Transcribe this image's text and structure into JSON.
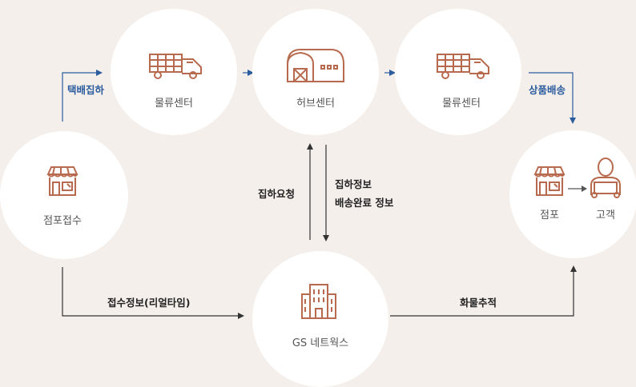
{
  "nodes": {
    "store_receipt": "점포접수",
    "logistics_center_1": "물류센터",
    "hub_center": "허브센터",
    "logistics_center_2": "물류센터",
    "gs_network": "GS 네트웍스",
    "store": "점포",
    "customer": "고객"
  },
  "edges": {
    "courier_pickup": "택배집하",
    "product_delivery": "상품배송",
    "pickup_request": "집하요청",
    "pickup_info_line1": "집하정보",
    "pickup_info_line2": "배송완료 정보",
    "receipt_info": "접수정보(리얼타임)",
    "cargo_tracking": "화물추적"
  },
  "colors": {
    "background": "#f5efeb",
    "icon": "#b86a4e",
    "accent_blue": "#2a5c9e",
    "line": "#333333"
  }
}
